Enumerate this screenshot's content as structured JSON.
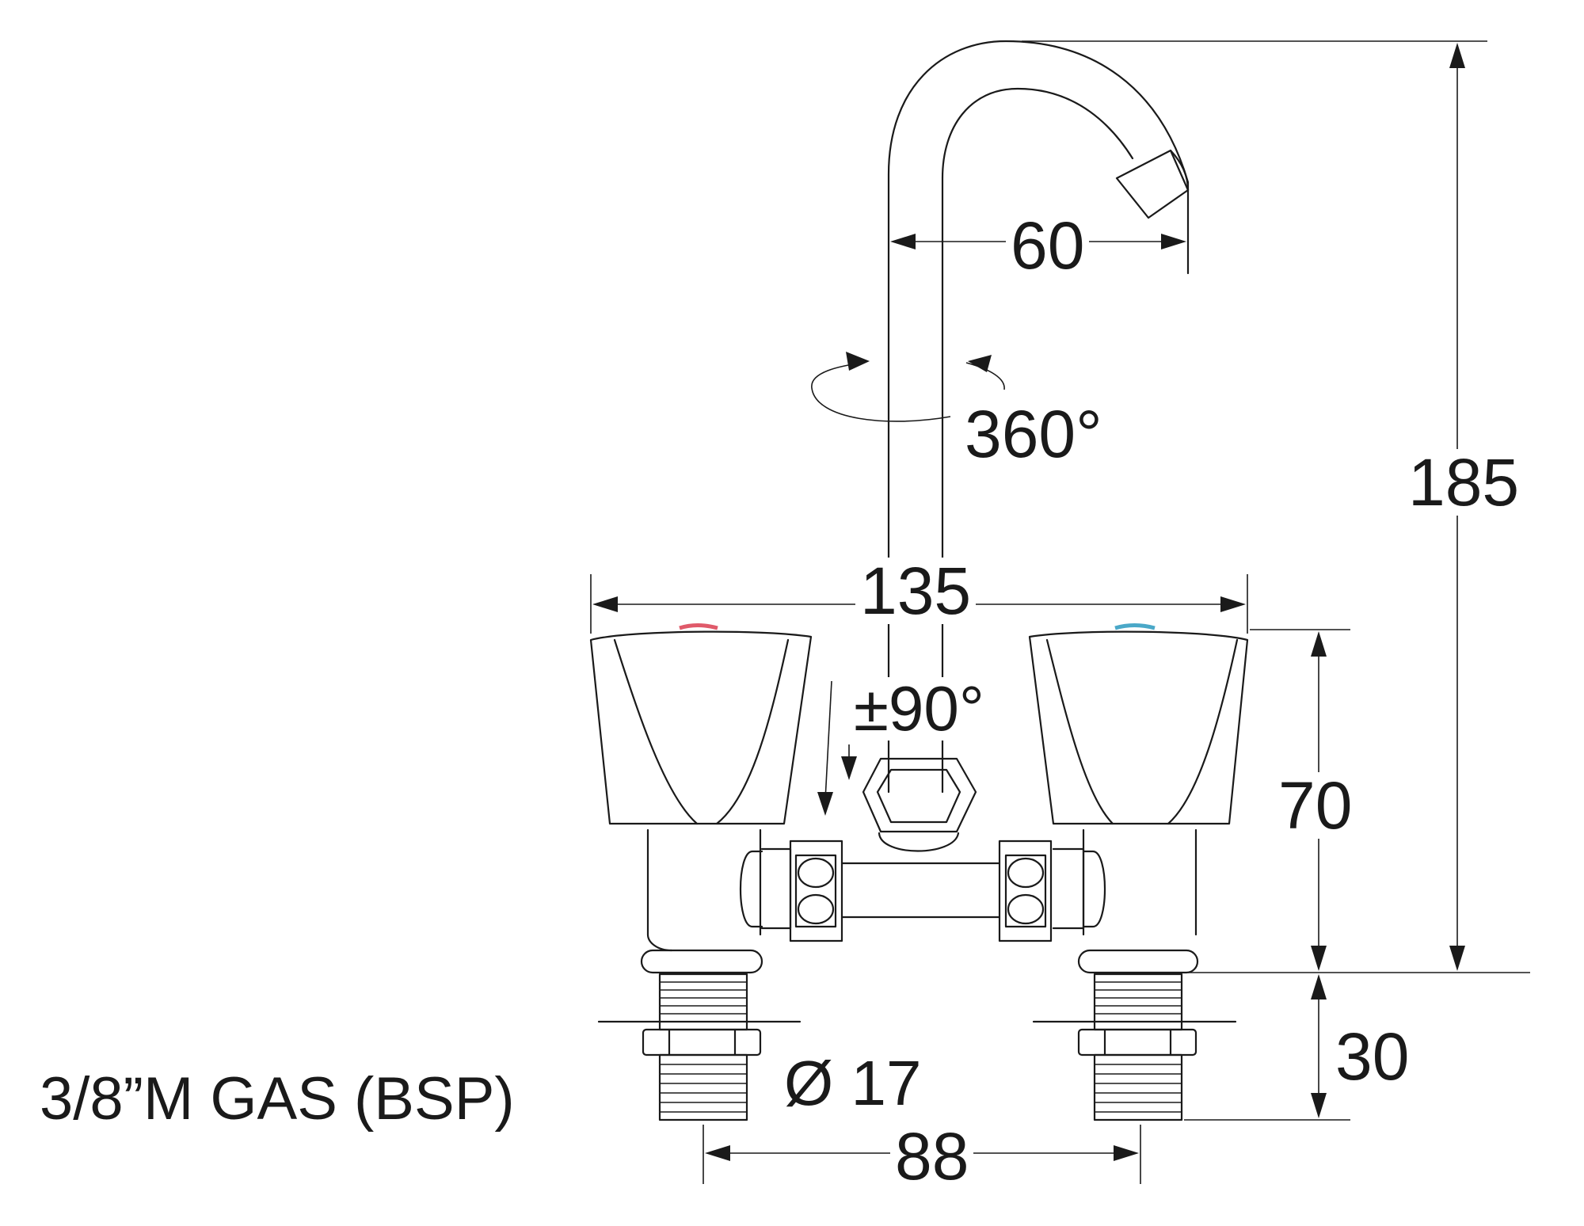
{
  "dimensions": {
    "height_total": "185",
    "spout_reach": "60",
    "width_overall": "135",
    "handle_height": "70",
    "tail_length": "30",
    "centers": "88",
    "hole_diameter": "Ø 17"
  },
  "angles": {
    "spout_rotation": "360°",
    "handle_rotation": "±90°"
  },
  "connection": {
    "thread": "3/8”M GAS (BSP)"
  },
  "colors": {
    "line": "#1a1a1a",
    "hot_marker": "#e05a6a",
    "cold_marker": "#4aa8c8",
    "background": "#ffffff"
  }
}
